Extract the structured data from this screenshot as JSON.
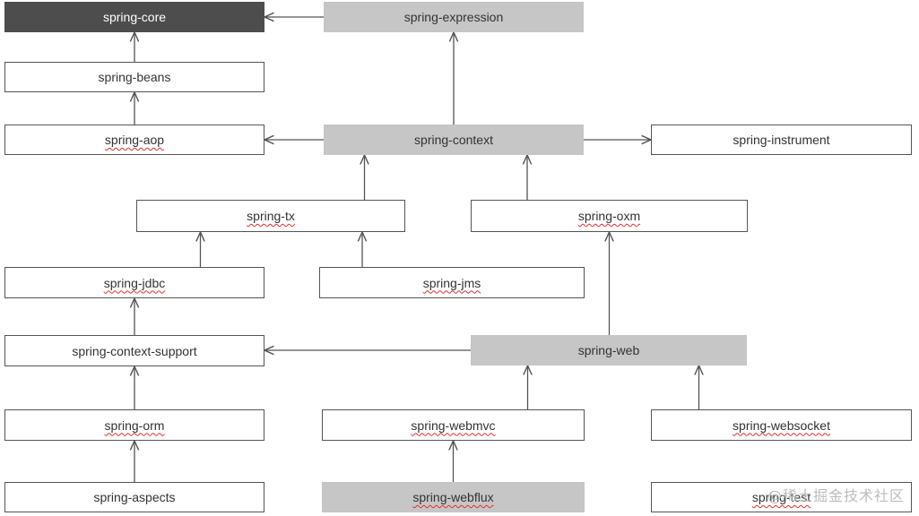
{
  "nodes": {
    "spring_core": "spring-core",
    "spring_expression": "spring-expression",
    "spring_beans": "spring-beans",
    "spring_aop": "spring-aop",
    "spring_context": "spring-context",
    "spring_instrument": "spring-instrument",
    "spring_tx": "spring-tx",
    "spring_oxm": "spring-oxm",
    "spring_jdbc": "spring-jdbc",
    "spring_jms": "spring-jms",
    "spring_context_support": "spring-context-support",
    "spring_web": "spring-web",
    "spring_orm": "spring-orm",
    "spring_webmvc": "spring-webmvc",
    "spring_websocket": "spring-websocket",
    "spring_aspects": "spring-aspects",
    "spring_webflux": "spring-webflux",
    "spring_test": "spring-test"
  },
  "edges": [
    [
      "spring_expression",
      "spring_core"
    ],
    [
      "spring_beans",
      "spring_core"
    ],
    [
      "spring_aop",
      "spring_beans"
    ],
    [
      "spring_context",
      "spring_aop"
    ],
    [
      "spring_context",
      "spring_expression"
    ],
    [
      "spring_context",
      "spring_instrument"
    ],
    [
      "spring_tx",
      "spring_context"
    ],
    [
      "spring_oxm",
      "spring_context"
    ],
    [
      "spring_jdbc",
      "spring_tx"
    ],
    [
      "spring_jms",
      "spring_tx"
    ],
    [
      "spring_context_support",
      "spring_jdbc"
    ],
    [
      "spring_web",
      "spring_context_support"
    ],
    [
      "spring_web",
      "spring_oxm"
    ],
    [
      "spring_orm",
      "spring_context_support"
    ],
    [
      "spring_aspects",
      "spring_orm"
    ],
    [
      "spring_webmvc",
      "spring_web"
    ],
    [
      "spring_websocket",
      "spring_web"
    ],
    [
      "spring_webflux",
      "spring_webmvc"
    ]
  ],
  "colors": {
    "dark": "#4d4d4d",
    "gray": "#c6c6c6",
    "line": "#555555"
  },
  "watermark": "@稀土掘金技术社区"
}
